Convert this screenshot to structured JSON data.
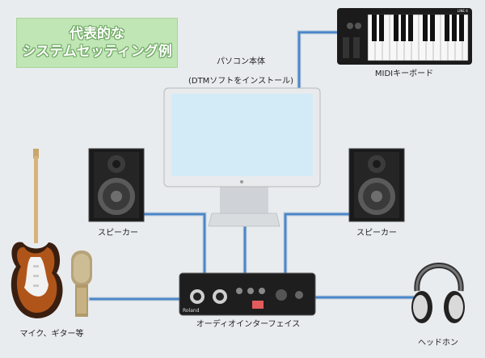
{
  "title": {
    "line1": "代表的な",
    "line2": "システムセッティング例"
  },
  "labels": {
    "computer_line1": "パソコン本体",
    "computer_line2": "(DTMソフトをインストール)",
    "midi_keyboard": "MIDIキーボード",
    "speaker_left": "スピーカー",
    "speaker_right": "スピーカー",
    "mic_guitar": "マイク、ギター等",
    "audio_interface": "オーディオインターフェイス",
    "headphones": "ヘッドホン"
  },
  "colors": {
    "background": "#e9ecef",
    "title_box": "#bfe6b4",
    "cable": "#4a86c8"
  },
  "icons": {
    "keyboard_brand": "LINE 6",
    "interface_brand": "Roland"
  }
}
